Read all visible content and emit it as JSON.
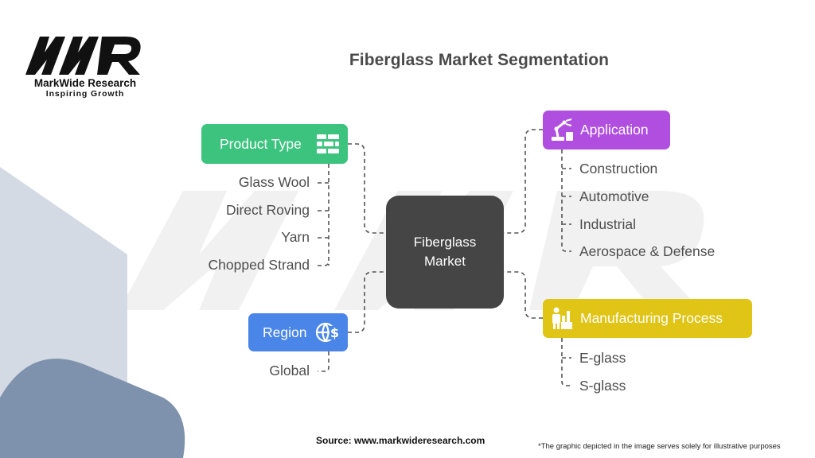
{
  "logo": {
    "mark": "MWR",
    "name": "MarkWide Research",
    "tagline": "Inspiring Growth"
  },
  "title": "Fiberglass Market Segmentation",
  "center": {
    "line1": "Fiberglass",
    "line2": "Market"
  },
  "branches": {
    "product_type": {
      "label": "Product Type",
      "color": "#3cc47f",
      "icon": "bricks-icon",
      "items": [
        "Glass Wool",
        "Direct Roving",
        "Yarn",
        "Chopped Strand"
      ]
    },
    "region": {
      "label": "Region",
      "color": "#4a86e8",
      "icon": "globe-dollar-icon",
      "items": [
        "Global"
      ]
    },
    "application": {
      "label": "Application",
      "color": "#b04ee0",
      "icon": "robot-arm-icon",
      "items": [
        "Construction",
        "Automotive",
        "Industrial",
        "Aerospace & Defense"
      ]
    },
    "manufacturing_process": {
      "label": "Manufacturing Process",
      "color": "#e0c416",
      "icon": "factory-workers-icon",
      "items": [
        "E-glass",
        "S-glass"
      ]
    }
  },
  "footer": {
    "source": "Source: www.markwideresearch.com",
    "disclaimer": "*The graphic depicted in the image serves solely for illustrative purposes"
  }
}
